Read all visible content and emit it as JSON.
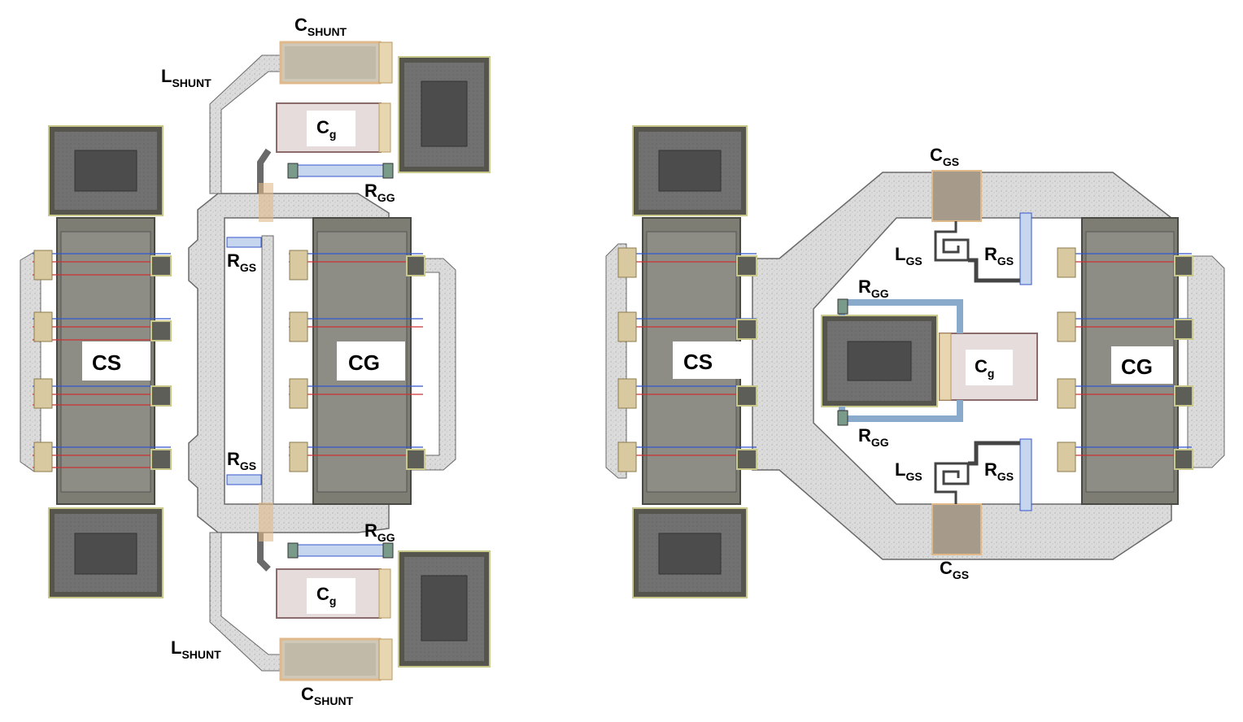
{
  "colors": {
    "metal_fill": "#d8d8d8",
    "metal_stroke": "#6a6a6a",
    "pad_outer": "#5a5a52",
    "pad_inner": "#6f6f6f",
    "pad_core": "#4d4d4d",
    "transistor": "#8a8a82",
    "capacitor": "#cfc7b7",
    "cap_border": "#e0b98a",
    "cg_cap": "#e6dcdc",
    "resistor": "#c7d6ef",
    "finger_red": "#cc3333",
    "finger_blue": "#3355cc"
  },
  "left_layout": {
    "cs": {
      "main": "CS"
    },
    "cg": {
      "main": "CG"
    },
    "c_shunt_top": {
      "main": "C",
      "sub": "SHUNT"
    },
    "l_shunt_top": {
      "main": "L",
      "sub": "SHUNT"
    },
    "cg_cap_top": {
      "main": "C",
      "sub": "g"
    },
    "r_gg_top": {
      "main": "R",
      "sub": "GG"
    },
    "r_gs_top": {
      "main": "R",
      "sub": "GS"
    },
    "r_gs_bottom": {
      "main": "R",
      "sub": "GS"
    },
    "r_gg_bottom": {
      "main": "R",
      "sub": "GG"
    },
    "cg_cap_bottom": {
      "main": "C",
      "sub": "g"
    },
    "l_shunt_bottom": {
      "main": "L",
      "sub": "SHUNT"
    },
    "c_shunt_bottom": {
      "main": "C",
      "sub": "SHUNT"
    }
  },
  "right_layout": {
    "cs": {
      "main": "CS"
    },
    "cg": {
      "main": "CG"
    },
    "c_gs_top": {
      "main": "C",
      "sub": "GS"
    },
    "l_gs_top": {
      "main": "L",
      "sub": "GS"
    },
    "r_gs_top": {
      "main": "R",
      "sub": "GS"
    },
    "r_gg_top": {
      "main": "R",
      "sub": "GG"
    },
    "cg_cap": {
      "main": "C",
      "sub": "g"
    },
    "r_gg_bottom": {
      "main": "R",
      "sub": "GG"
    },
    "l_gs_bottom": {
      "main": "L",
      "sub": "GS"
    },
    "r_gs_bottom": {
      "main": "R",
      "sub": "GS"
    },
    "c_gs_bottom": {
      "main": "C",
      "sub": "GS"
    }
  }
}
